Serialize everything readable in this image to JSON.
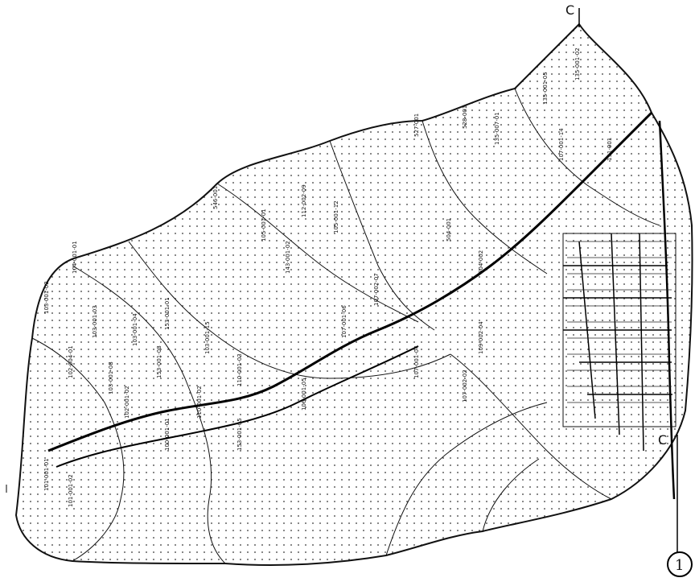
{
  "map": {
    "sheet_number": "1",
    "section_markers": [
      "C",
      "C"
    ],
    "parcel_labels": [
      "104-001-01",
      "103-001-02",
      "103-001-03",
      "103-001-04",
      "102-004-01",
      "103-001-08",
      "153-001-08",
      "110-001-02",
      "110-001-03",
      "105-001-01",
      "143-001-02",
      "153-001-01",
      "112-002-09",
      "105-001-12",
      "103-001-15",
      "107-002-07",
      "107-001-06",
      "107-001-04",
      "107-002-02",
      "106-001-05",
      "109-002-04",
      "101-001-01",
      "101-001-02",
      "100-001-01",
      "102-001-02",
      "153-001-05",
      "135-001-05",
      "135-007-01",
      "107-001-14",
      "504-001",
      "504-002",
      "546-001",
      "527-001",
      "528-001",
      "191-001",
      "135-001-02"
    ]
  }
}
